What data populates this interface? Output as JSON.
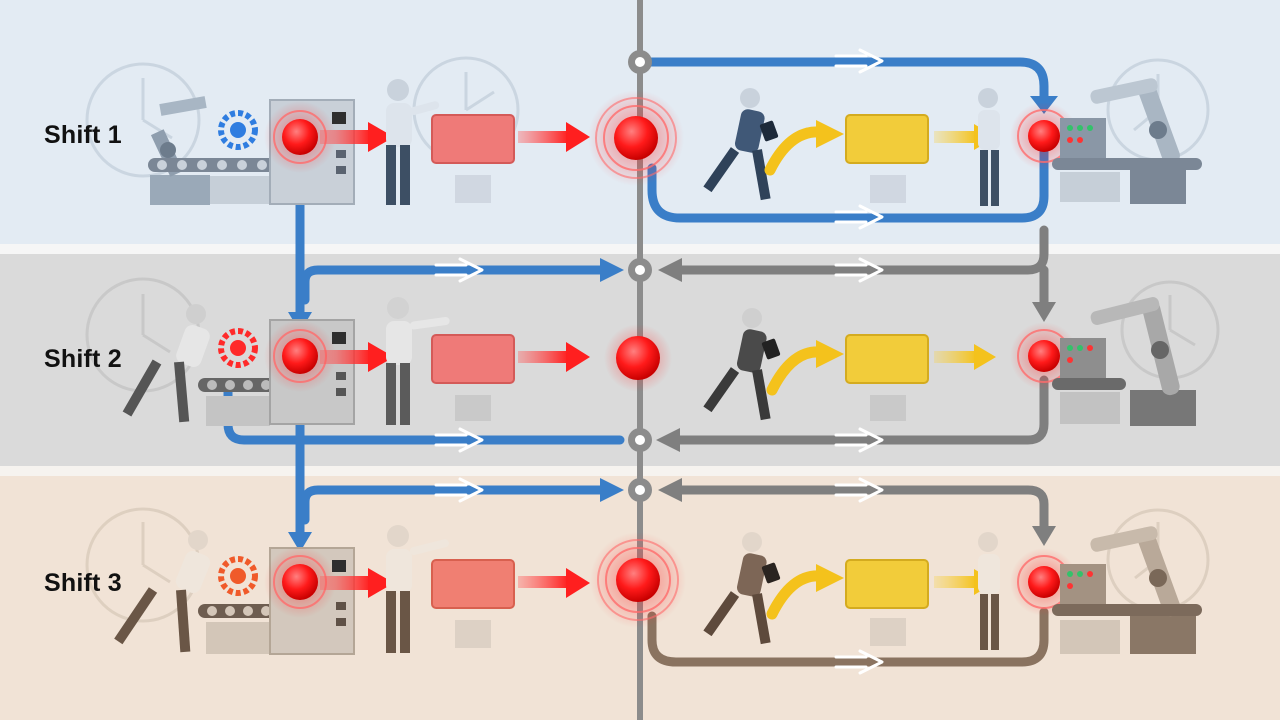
{
  "lanes": [
    {
      "id": "shift-1",
      "label": "Shift 1",
      "band_color": "#e2eaf2",
      "flow_color": "#3a7ec8"
    },
    {
      "id": "shift-2",
      "label": "Shift 2",
      "band_color": "#dcdcdc",
      "flow_color": "#3a7ec8"
    },
    {
      "id": "shift-3",
      "label": "Shift 3",
      "band_color": "#f1e2d4",
      "flow_color": "#3a7ec8"
    }
  ],
  "colors": {
    "handoff_flow": "#3a7ec8",
    "return_flow_gray": "#7f7f7f",
    "return_flow_brown": "#8a7360",
    "alarm_red": "#ff2a2a",
    "alert_box_red": "#ef7a78",
    "task_box_yellow": "#f2cc3a",
    "task_arrow_yellow": "#f4c21c",
    "timeline_axis": "#8c8c8c"
  },
  "icons": [
    "clock-icon",
    "gear-alert-icon",
    "robot-arm-icon",
    "machine-cabinet-icon",
    "worker-figure-icon",
    "tablet-icon",
    "alarm-light-icon",
    "conveyor-icon"
  ]
}
